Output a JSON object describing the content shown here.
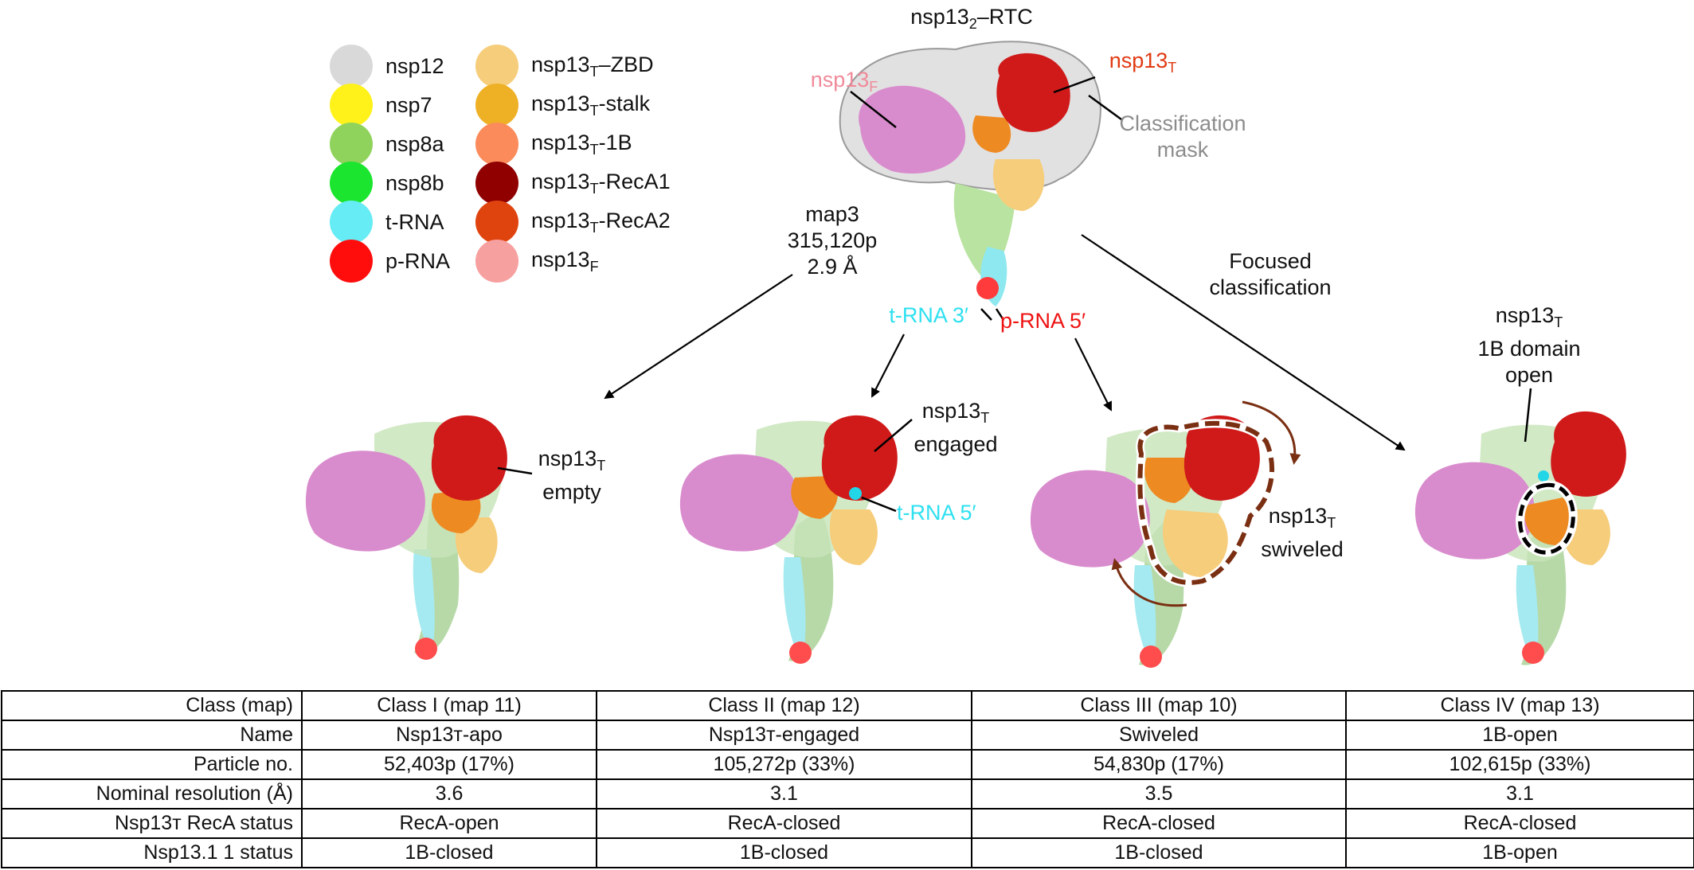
{
  "legend": [
    {
      "label": "nsp12",
      "color": "#d9d9d9"
    },
    {
      "label": "nsp7",
      "color": "#fff21a"
    },
    {
      "label": "nsp8a",
      "color": "#8fd35c"
    },
    {
      "label": "nsp8b",
      "color": "#1be52f"
    },
    {
      "label": "t-RNA",
      "color": "#66ecf4"
    },
    {
      "label": "p-RNA",
      "color": "#ff0d0d"
    },
    {
      "label": "nsp13T–ZBD",
      "main": "nsp13",
      "sub": "T",
      "rest": "–ZBD",
      "color": "#f6cd7a"
    },
    {
      "label": "nsp13T-stalk",
      "main": "nsp13",
      "sub": "T",
      "rest": "-stalk",
      "color": "#eeb025"
    },
    {
      "label": "nsp13T-1B",
      "main": "nsp13",
      "sub": "T",
      "rest": "-1B",
      "color": "#fb8b5a"
    },
    {
      "label": "nsp13T-RecA1",
      "main": "nsp13",
      "sub": "T",
      "rest": "-RecA1",
      "color": "#900000"
    },
    {
      "label": "nsp13T-RecA2",
      "main": "nsp13",
      "sub": "T",
      "rest": "-RecA2",
      "color": "#e0440e"
    },
    {
      "label": "nsp13F",
      "main": "nsp13",
      "sub": "F",
      "rest": "",
      "color": "#f7a0a0"
    }
  ],
  "top": {
    "title_main": "nsp13",
    "title_sub": "2",
    "title_rest": "–RTC",
    "nsp13t_main": "nsp13",
    "nsp13t_sub": "T",
    "nsp13f_main": "nsp13",
    "nsp13f_sub": "F",
    "mask_line1": "Classification",
    "mask_line2": "mask",
    "map_line1": "map3",
    "map_line2": "315,120p",
    "map_line3": "2.9 Å",
    "focused_line1": "Focused",
    "focused_line2": "classification",
    "trna3": "t-RNA 3′",
    "prna5": "p-RNA 5′"
  },
  "classes": {
    "c1_main": "nsp13",
    "c1_sub": "T",
    "c1_line2": "empty",
    "c2_main": "nsp13",
    "c2_sub": "T",
    "c2_line2": "engaged",
    "c2_trna5": "t-RNA 5′",
    "c3_main": "nsp13",
    "c3_sub": "T",
    "c3_line2": "swiveled",
    "c4_main": "nsp13",
    "c4_sub": "T",
    "c4_line2": "1B domain",
    "c4_line3": "open"
  },
  "colors": {
    "nsp13t_text": "#e03a12",
    "nsp13f_text": "#f08a9a",
    "mask_text": "#8c8c8c",
    "trna_text": "#2ee0f0",
    "prna_text": "#ee1111",
    "swivel_dash": "#7a2f12"
  },
  "table": {
    "rows": [
      {
        "head": "Class (map)",
        "cells": [
          "Class I (map 11)",
          "Class II (map 12)",
          "Class III (map 10)",
          "Class IV (map 13)"
        ]
      },
      {
        "head": "Name",
        "cells": [
          "Nsp13ᴛ-apo",
          "Nsp13ᴛ-engaged",
          "Swiveled",
          "1B-open"
        ]
      },
      {
        "head": "Particle no.",
        "cells": [
          "52,403p (17%)",
          "105,272p (33%)",
          "54,830p (17%)",
          "102,615p (33%)"
        ]
      },
      {
        "head": "Nominal resolution (Å)",
        "cells": [
          "3.6",
          "3.1",
          "3.5",
          "3.1"
        ]
      },
      {
        "head": "Nsp13ᴛ RecA status",
        "cells": [
          "RecA-open",
          "RecA-closed",
          "RecA-closed",
          "RecA-closed"
        ]
      },
      {
        "head": "Nsp13.1 1 status",
        "cells": [
          "1B-closed",
          "1B-closed",
          "1B-closed",
          "1B-open"
        ]
      }
    ]
  }
}
